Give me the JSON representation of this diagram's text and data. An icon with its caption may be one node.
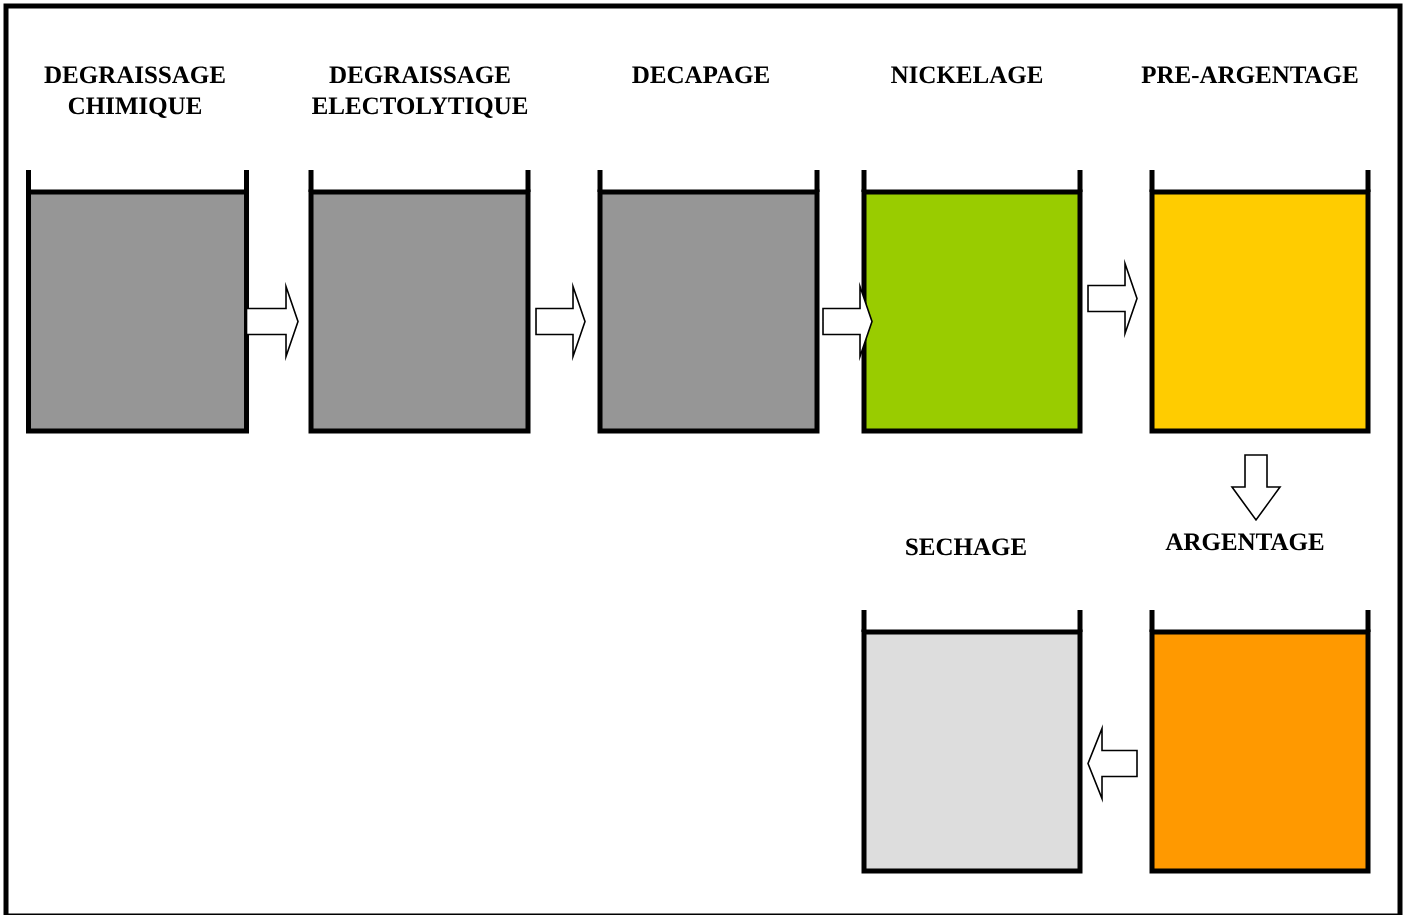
{
  "diagram": {
    "nodes": [
      {
        "text": [
          "DEGRAISSAGE CHIMIQUE"
        ]
      },
      {
        "text": [
          "DEGRAISSAGE ELECTOLYTIQUE"
        ]
      },
      {
        "text": [
          "DECAPAGE"
        ]
      },
      {
        "text": [
          "NICKELAGE"
        ]
      },
      {
        "text": [
          "PRE-ARGENTAGE"
        ]
      },
      {
        "text": [
          "ARGENTAGE"
        ]
      },
      {
        "text": [
          "SECHAGE"
        ]
      }
    ],
    "edges": [
      {
        "from": 0,
        "to": 1,
        "arrow": "to"
      },
      {
        "from": 1,
        "to": 2,
        "arrow": "to"
      },
      {
        "from": 2,
        "to": 3,
        "arrow": "to"
      },
      {
        "from": 3,
        "to": 4,
        "arrow": "to"
      },
      {
        "from": 4,
        "to": 5,
        "arrow": "to"
      },
      {
        "from": 5,
        "to": 6,
        "arrow": "to"
      }
    ]
  }
}
